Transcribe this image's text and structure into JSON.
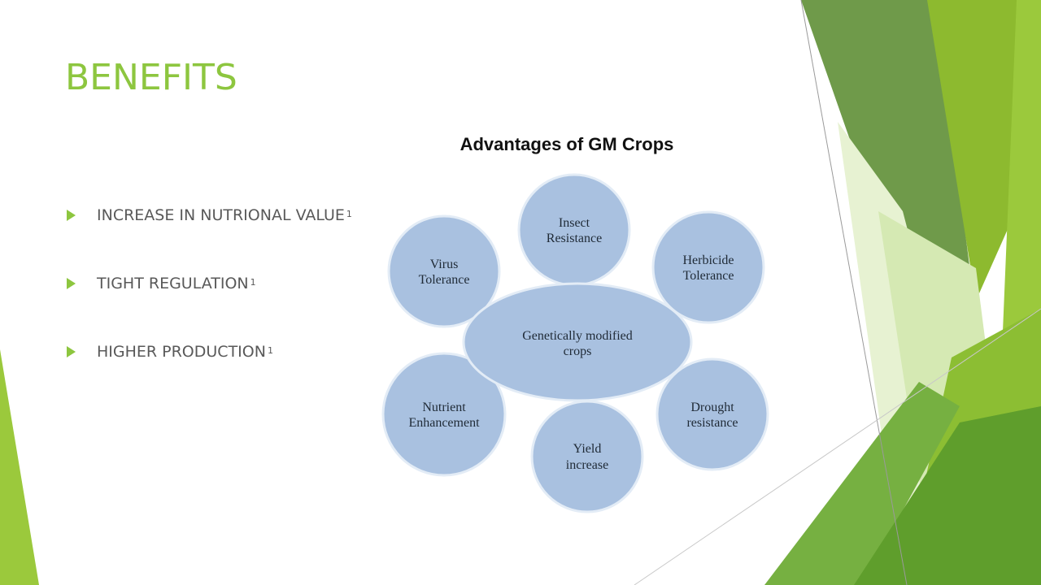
{
  "slide": {
    "title": "BENEFITS",
    "bullets": [
      {
        "text": "INCREASE IN NUTRIONAL VALUE",
        "ref": "1"
      },
      {
        "text": "TIGHT REGULATION",
        "ref": "1"
      },
      {
        "text": "HIGHER PRODUCTION",
        "ref": "1"
      }
    ]
  },
  "diagram": {
    "title": "Advantages of GM Crops",
    "center": {
      "lines": [
        "Genetically modified",
        "crops"
      ]
    },
    "nodes": [
      {
        "id": "insect-resistance",
        "lines": [
          "Insect",
          "Resistance"
        ]
      },
      {
        "id": "herbicide-tolerance",
        "lines": [
          "Herbicide",
          "Tolerance"
        ]
      },
      {
        "id": "drought-resistance",
        "lines": [
          "Drought",
          "resistance"
        ]
      },
      {
        "id": "yield-increase",
        "lines": [
          "Yield",
          "increase"
        ]
      },
      {
        "id": "nutrient-enhancement",
        "lines": [
          "Nutrient",
          "Enhancement"
        ]
      },
      {
        "id": "virus-tolerance",
        "lines": [
          "Virus",
          "Tolerance"
        ]
      }
    ]
  },
  "colors": {
    "accent": "#8dc63f",
    "node_fill": "#a9c1e0",
    "node_stroke": "#e3ecf6",
    "bullet_text": "#595959"
  }
}
